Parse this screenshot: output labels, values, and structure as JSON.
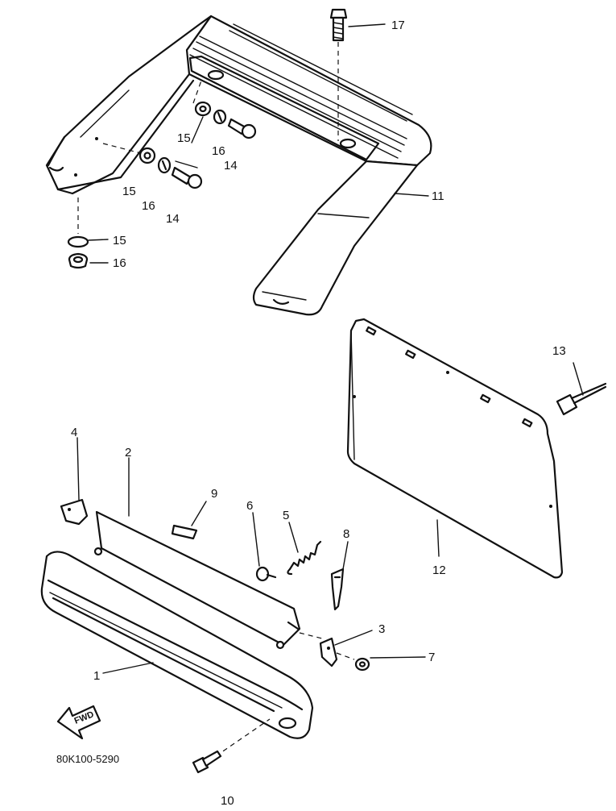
{
  "figure_code": "80K100-5290",
  "direction_label": "FWD",
  "callouts": {
    "c1": "1",
    "c2": "2",
    "c3": "3",
    "c4": "4",
    "c5": "5",
    "c6": "6",
    "c7": "7",
    "c8": "8",
    "c9": "9",
    "c10": "10",
    "c11": "11",
    "c12": "12",
    "c13": "13",
    "c14a": "14",
    "c14b": "14",
    "c15a": "15",
    "c15b": "15",
    "c15c": "15",
    "c16a": "16",
    "c16b": "16",
    "c16c": "16",
    "c17": "17"
  }
}
